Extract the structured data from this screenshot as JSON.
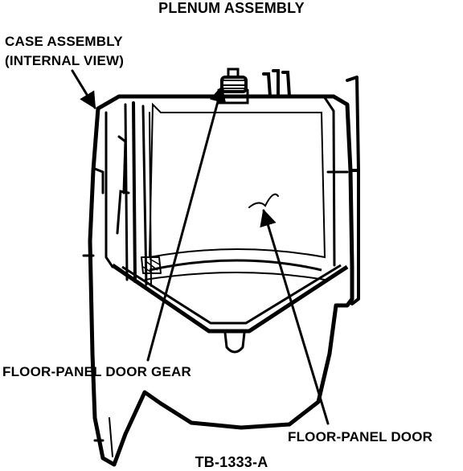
{
  "diagram": {
    "title": "PLENUM ASSEMBLY",
    "labels": {
      "case_assembly_line1": "CASE ASSEMBLY",
      "case_assembly_line2": "(INTERNAL VIEW)",
      "floor_panel_door_gear": "FLOOR-PANEL DOOR GEAR",
      "floor_panel_door": "FLOOR-PANEL DOOR"
    },
    "figure_code": "TB-1333-A"
  },
  "colors": {
    "ink": "#000000",
    "paper": "#ffffff"
  }
}
